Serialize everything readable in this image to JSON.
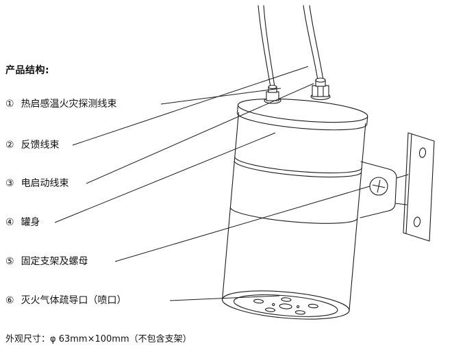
{
  "colors": {
    "ink": "#1a1a1a",
    "background": "#ffffff"
  },
  "page": {
    "title": "产品结构:",
    "items": [
      {
        "num": "①",
        "label": "热启感温火灾探测线束"
      },
      {
        "num": "②",
        "label": "反馈线束"
      },
      {
        "num": "③",
        "label": "电启动线束"
      },
      {
        "num": "④",
        "label": "罐身"
      },
      {
        "num": "⑤",
        "label": "固定支架及螺母"
      },
      {
        "num": "⑥",
        "label": "灭火气体疏导口（喷口）"
      }
    ],
    "dimensions_note": "外观尺寸：φ 63mm×100mm（不包含支架）"
  }
}
